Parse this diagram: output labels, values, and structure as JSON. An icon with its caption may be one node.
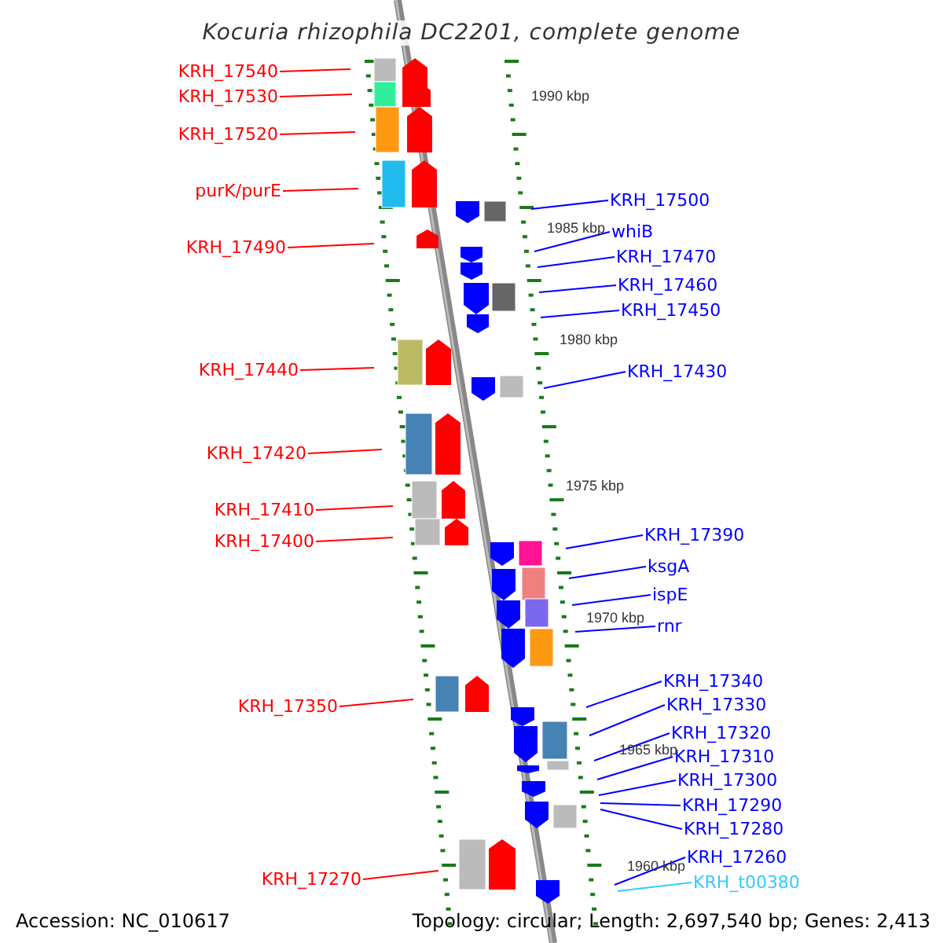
{
  "diagram": {
    "title": "Kocuria rhizophila DC2201, complete genome",
    "nodes": [
      {
        "text": [
          "KRH_17540"
        ]
      },
      {
        "text": [
          "KRH_17530"
        ]
      },
      {
        "text": [
          "KRH_17520"
        ]
      },
      {
        "text": [
          "purK/purE"
        ]
      },
      {
        "text": [
          "KRH_17490"
        ]
      },
      {
        "text": [
          "KRH_17440"
        ]
      },
      {
        "text": [
          "KRH_17420"
        ]
      },
      {
        "text": [
          "KRH_17410"
        ]
      },
      {
        "text": [
          "KRH_17400"
        ]
      },
      {
        "text": [
          "KRH_17350"
        ]
      },
      {
        "text": [
          "KRH_17270"
        ]
      },
      {
        "text": [
          "KRH_17500"
        ]
      },
      {
        "text": [
          "whiB"
        ]
      },
      {
        "text": [
          "KRH_17470"
        ]
      },
      {
        "text": [
          "KRH_17460"
        ]
      },
      {
        "text": [
          "KRH_17450"
        ]
      },
      {
        "text": [
          "KRH_17430"
        ]
      },
      {
        "text": [
          "KRH_17390"
        ]
      },
      {
        "text": [
          "ksgA"
        ]
      },
      {
        "text": [
          "ispE"
        ]
      },
      {
        "text": [
          "rnr"
        ]
      },
      {
        "text": [
          "KRH_17340"
        ]
      },
      {
        "text": [
          "KRH_17330"
        ]
      },
      {
        "text": [
          "KRH_17320"
        ]
      },
      {
        "text": [
          "KRH_17310"
        ]
      },
      {
        "text": [
          "KRH_17300"
        ]
      },
      {
        "text": [
          "KRH_17290"
        ]
      },
      {
        "text": [
          "KRH_17280"
        ]
      },
      {
        "text": [
          "KRH_17260"
        ]
      },
      {
        "text": [
          "KRH_t00380"
        ]
      }
    ],
    "edges": [
      {
        "from": 0,
        "to": null,
        "arrow": "none",
        "color": "#ff0000"
      },
      {
        "from": 1,
        "to": null,
        "arrow": "none",
        "color": "#ff0000"
      },
      {
        "from": 2,
        "to": null,
        "arrow": "none",
        "color": "#ff0000"
      },
      {
        "from": 3,
        "to": null,
        "arrow": "none",
        "color": "#ff0000"
      },
      {
        "from": 4,
        "to": null,
        "arrow": "none",
        "color": "#ff0000"
      },
      {
        "from": 5,
        "to": null,
        "arrow": "none",
        "color": "#ff0000"
      },
      {
        "from": 6,
        "to": null,
        "arrow": "none",
        "color": "#ff0000"
      },
      {
        "from": 7,
        "to": null,
        "arrow": "none",
        "color": "#ff0000"
      },
      {
        "from": 8,
        "to": null,
        "arrow": "none",
        "color": "#ff0000"
      },
      {
        "from": 9,
        "to": null,
        "arrow": "none",
        "color": "#ff0000"
      },
      {
        "from": 10,
        "to": null,
        "arrow": "none",
        "color": "#ff0000"
      },
      {
        "from": 11,
        "to": null,
        "arrow": "none"
      },
      {
        "from": 12,
        "to": null,
        "arrow": "none"
      },
      {
        "from": 13,
        "to": null,
        "arrow": "none"
      },
      {
        "from": 14,
        "to": null,
        "arrow": "none"
      },
      {
        "from": 15,
        "to": null,
        "arrow": "none"
      },
      {
        "from": 16,
        "to": null,
        "arrow": "none"
      },
      {
        "from": 17,
        "to": null,
        "arrow": "none"
      },
      {
        "from": 18,
        "to": null,
        "arrow": "none"
      },
      {
        "from": 19,
        "to": null,
        "arrow": "none"
      },
      {
        "from": 20,
        "to": null,
        "arrow": "none"
      },
      {
        "from": 21,
        "to": null,
        "arrow": "none"
      },
      {
        "from": 22,
        "to": null,
        "arrow": "none"
      },
      {
        "from": 23,
        "to": null,
        "arrow": "none"
      },
      {
        "from": 24,
        "to": null,
        "arrow": "none"
      },
      {
        "from": 25,
        "to": null,
        "arrow": "none"
      },
      {
        "from": 26,
        "to": null,
        "arrow": "none"
      },
      {
        "from": 27,
        "to": null,
        "arrow": "none"
      },
      {
        "from": 28,
        "to": null,
        "arrow": "none"
      },
      {
        "from": 29,
        "to": null,
        "arrow": "none",
        "color": "#33ccff"
      }
    ],
    "labels": [
      "1990 kbp",
      "1985 kbp",
      "1980 kbp",
      "1975 kbp",
      "1970 kbp",
      "1965 kbp",
      "1960 kbp",
      "Accession: NC_010617",
      "Topology: circular; Length: 2,697,540 bp; Genes: 2,413"
    ]
  }
}
